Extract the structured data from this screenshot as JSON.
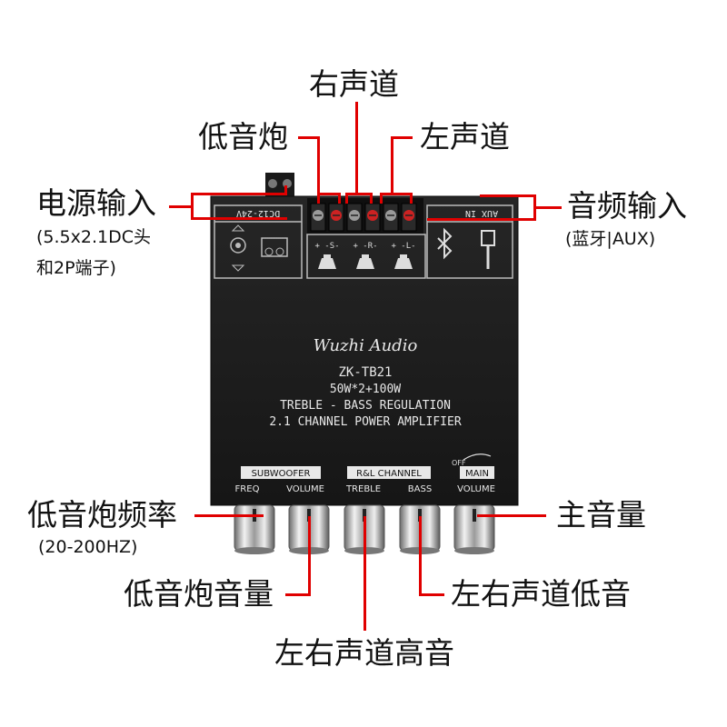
{
  "callouts": {
    "right_channel": "右声道",
    "subwoofer": "低音炮",
    "left_channel": "左声道",
    "power_input": "电源输入",
    "power_input_note_1": "(5.5x2.1DC头",
    "power_input_note_2": "和2P端子)",
    "audio_input": "音频输入",
    "audio_input_note": "(蓝牙|AUX)",
    "sub_freq": "低音炮频率",
    "sub_freq_note": "(20-200HZ)",
    "sub_volume": "低音炮音量",
    "lr_bass": "左右声道低音",
    "lr_treble": "左右声道高音",
    "main_volume": "主音量"
  },
  "board": {
    "brand": "Wuzhi Audio",
    "model": "ZK-TB21",
    "power": "50W*2+100W",
    "feature": "TREBLE - BASS REGULATION",
    "description": "2.1 CHANNEL POWER AMPLIFIER",
    "dc_label": "DC12-24V",
    "aux_label": "AUX IN",
    "speaker_labels": [
      "+ -S-",
      "+ -R-",
      "+ -L-"
    ],
    "group_subwoofer": "SUBWOOFER",
    "group_rl": "R&L CHANNEL",
    "group_main": "MAIN",
    "knob_labels": [
      "FREQ",
      "VOLUME",
      "TREBLE",
      "BASS",
      "VOLUME"
    ],
    "off_label": "OFF"
  },
  "colors": {
    "leader": "#e00000",
    "board": "#1c1c1c",
    "text": "#111111"
  }
}
